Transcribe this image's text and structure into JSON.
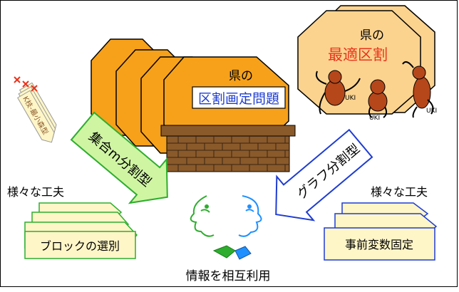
{
  "left_panel": {
    "octagon_title": "県の",
    "octagon_label": "区割画定問題",
    "method_arrow_label": "集合m分割型",
    "variety_label": "様々な工夫",
    "selection_label": "ブロックの選別",
    "rejected_label": "K枝-最小森型"
  },
  "right_panel": {
    "octagon_title": "県の",
    "octagon_label": "最適区割",
    "method_arrow_label": "グラフ分割型",
    "variety_label": "様々な工夫",
    "fixing_label": "事前変数固定",
    "monkey_labels": [
      "UKI",
      "UKI",
      "UKI"
    ]
  },
  "bottom_label": "情報を相互利用",
  "colors": {
    "octagon_orange": "#F7A11A",
    "octagon_light": "#FBD38F",
    "green_arrow": "#CFF5A3",
    "green_stroke": "#2EAD2E",
    "blue_arrow": "#FFFFFF",
    "blue_stroke": "#1E3CD2",
    "note_yellow": "#FFF6C8",
    "brick": "#8A5A2B",
    "red_text": "#E8341C",
    "blue_text": "#1E3CD2"
  }
}
